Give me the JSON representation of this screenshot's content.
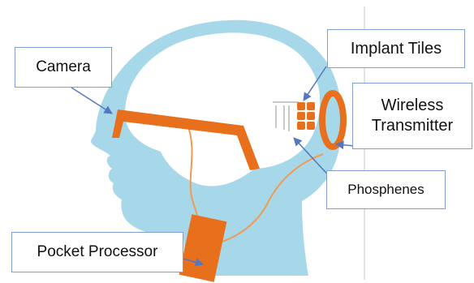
{
  "labels": {
    "camera": "Camera",
    "implant_tiles": "Implant Tiles",
    "wireless_line1": "Wireless",
    "wireless_line2": "Transmitter",
    "phosphenes": "Phosphenes",
    "pocket_processor": "Pocket Processor"
  },
  "colors": {
    "head_fill": "#a6d8ea",
    "brain_outline": "#a6d8ea",
    "device_orange": "#e8701c",
    "cable": "#f09a55",
    "arrow": "#5577c0",
    "label_border": "#7f9fd0"
  }
}
